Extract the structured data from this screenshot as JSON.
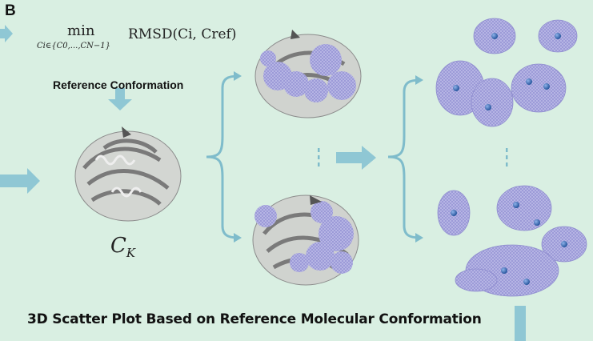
{
  "panel": {
    "letter": "B",
    "formula": {
      "operator": "min",
      "subscript": "Ci∈{C0,...,CN−1}",
      "objective": "RMSD(Ci, Cref)"
    },
    "reference_label": "Reference Conformation",
    "reference_symbol": "C",
    "reference_symbol_sub": "K",
    "caption": "3D Scatter Plot Based on Reference Molecular Conformation",
    "colors": {
      "background": "#d9efe2",
      "arrow": "#8fc7d4",
      "bracket": "#7fbccb",
      "protein": "#9b9b9b",
      "mesh": "#9b9ad6",
      "point": "#2d5fa8"
    }
  }
}
